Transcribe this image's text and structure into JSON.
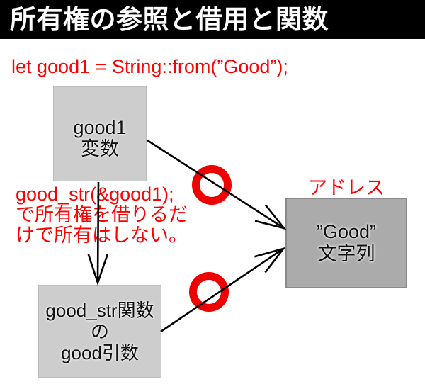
{
  "title_bar": {
    "title": "所有権の参照と借用と関数"
  },
  "code": {
    "line": "let good1 = String::from(”Good”);"
  },
  "diagram": {
    "good1_box": {
      "lines": [
        "good1",
        "変数"
      ]
    },
    "borrow_note": {
      "lines": [
        "good_str(&good1);",
        "で所有権を借りるだ",
        "けで所有はしない。"
      ]
    },
    "good_str_box": {
      "lines": [
        "good_str関数",
        "の",
        "good引数"
      ]
    },
    "address_label": "アドレス",
    "address_box": {
      "lines": [
        "”Good”",
        "文字列"
      ]
    }
  },
  "colors": {
    "title_bar_bg": "#000000",
    "title_fg": "#ffffff",
    "accent_red": "#ff0000",
    "circle_red": "#ee0000",
    "box_light": "#cdcdcd",
    "box_light_border": "#bdbdbd",
    "box_dark": "#ababab",
    "box_dark_border": "#8a8a8a",
    "ink": "#111111"
  }
}
